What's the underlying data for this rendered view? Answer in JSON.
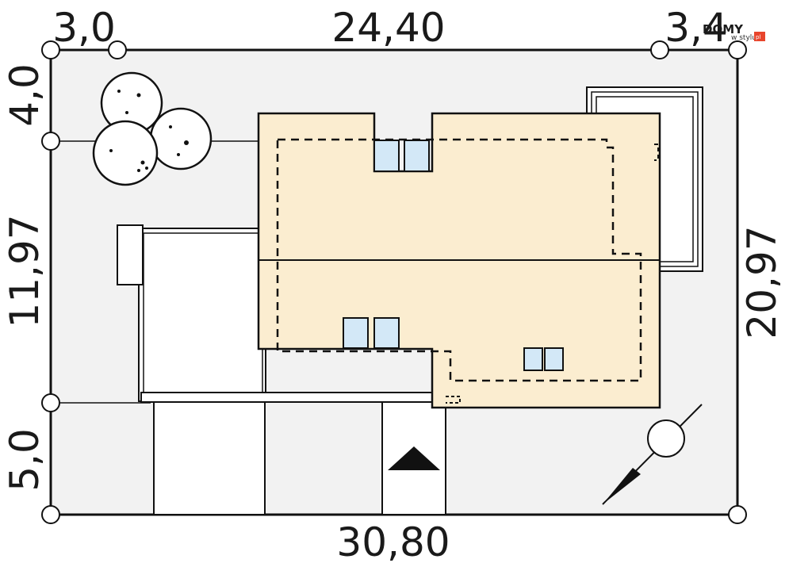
{
  "dimensions": {
    "top_left": "3,0",
    "top_middle": "24,40",
    "top_right": "3,4",
    "left_top": "4,0",
    "left_middle": "11,97",
    "left_bottom": "5,0",
    "right": "20,97",
    "bottom": "30,80"
  },
  "logo": {
    "main": "DOMY",
    "sub": "w stylu",
    "tld": "pl"
  },
  "icons": {
    "trees": "tree-icon",
    "north_arrow": "north-arrow-icon",
    "entrance": "entrance-triangle-icon"
  },
  "colors": {
    "house_fill": "#fbedd0",
    "plot_fill": "#f2f2f2",
    "window_fill": "#d3e8f7",
    "line": "#111111",
    "logo_accent": "#e8452c"
  }
}
